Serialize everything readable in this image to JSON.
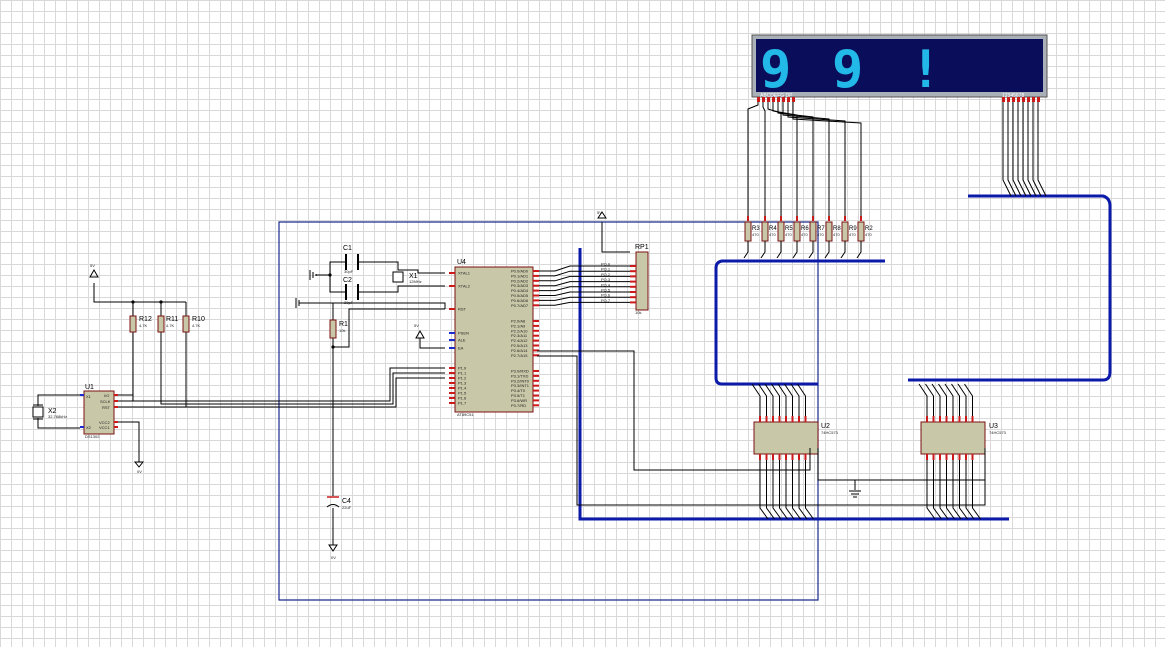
{
  "display": {
    "digits": [
      "9",
      "9",
      "!"
    ],
    "segment_label": "ABCDEFG DP",
    "digit_label": "12345678",
    "background": "#0a0e5a",
    "segment_color": "#22b8e8"
  },
  "components": {
    "U1": {
      "ref": "U1",
      "part": "DS1302"
    },
    "U2": {
      "ref": "U2",
      "part": "74HC573"
    },
    "U3": {
      "ref": "U3",
      "part": "74HC573"
    },
    "U4": {
      "ref": "U4",
      "part": "AT89C51"
    },
    "X1": {
      "ref": "X1",
      "value": "12MHz"
    },
    "X2": {
      "ref": "X2",
      "value": "32.768kHz"
    },
    "C1": {
      "ref": "C1",
      "value": "30pF"
    },
    "C2": {
      "ref": "C2",
      "value": "30pF"
    },
    "C4": {
      "ref": "C4",
      "value": "22uF"
    },
    "R1": {
      "ref": "R1",
      "value": "10k"
    },
    "R10": {
      "ref": "R10",
      "value": "4.7K"
    },
    "R11": {
      "ref": "R11",
      "value": "4.7K"
    },
    "R12": {
      "ref": "R12",
      "value": "4.7K"
    },
    "RP1": {
      "ref": "RP1",
      "value": "10k"
    },
    "seg_resistors": [
      {
        "ref": "R3",
        "value": "470"
      },
      {
        "ref": "R4",
        "value": "470"
      },
      {
        "ref": "R5",
        "value": "470"
      },
      {
        "ref": "R6",
        "value": "470"
      },
      {
        "ref": "R7",
        "value": "470"
      },
      {
        "ref": "R8",
        "value": "470"
      },
      {
        "ref": "R9",
        "value": "470"
      },
      {
        "ref": "R2",
        "value": "470"
      }
    ]
  },
  "pins": {
    "u4_left_top": [
      "XTAL1",
      "XTAL2",
      "RST"
    ],
    "u4_left_mid": [
      "PSEN",
      "ALE",
      "EA"
    ],
    "u4_left_p1": [
      "P1.0",
      "P1.1",
      "P1.2",
      "P1.3",
      "P1.4",
      "P1.5",
      "P1.6",
      "P1.7"
    ],
    "u4_right_p0": [
      "P0.0/AD0",
      "P0.1/AD1",
      "P0.2/AD2",
      "P0.3/AD3",
      "P0.4/AD4",
      "P0.5/AD5",
      "P0.6/AD6",
      "P0.7/AD7"
    ],
    "u4_right_p2": [
      "P2.0/A8",
      "P2.1/A9",
      "P2.2/A10",
      "P2.3/A11",
      "P2.4/A12",
      "P2.5/A13",
      "P2.6/A14",
      "P2.7/A15"
    ],
    "u4_right_p3": [
      "P3.0/RXD",
      "P3.1/TXD",
      "P3.2/INT0",
      "P3.3/INT1",
      "P3.4/T0",
      "P3.5/T1",
      "P3.6/WR",
      "P3.7/RD"
    ],
    "u1_left": [
      "X1",
      "X2"
    ],
    "u1_right": [
      "I/O",
      "SCLK",
      "RST"
    ],
    "u1_right_bottom": [
      "VCC2",
      "VCC1"
    ],
    "rp1": [
      "PO.0",
      "PO.1",
      "PO.2",
      "PO.3",
      "PO.4",
      "PO.5",
      "PO.6",
      "PO.7"
    ]
  },
  "power": {
    "vcc_label": "5V",
    "gnd_label": "0V"
  }
}
